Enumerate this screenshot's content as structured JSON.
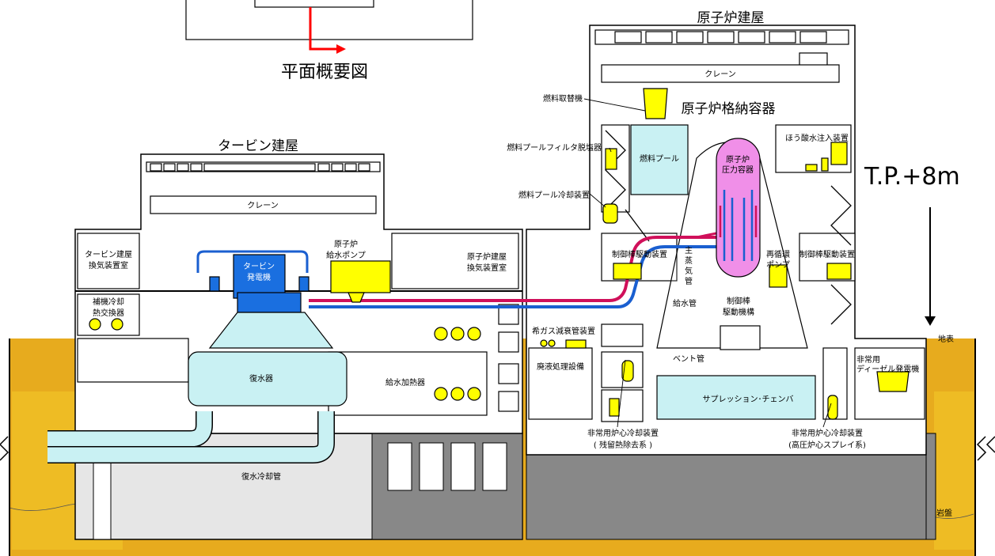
{
  "title_plan": "平面概要図",
  "buildings": {
    "reactor": "原子炉建屋",
    "turbine": "タービン建屋"
  },
  "elevation": "T.P.+8m",
  "ground": {
    "surface": "地表",
    "bedrock": "岩盤"
  },
  "labels": {
    "crane_reactor": "クレーン",
    "crane_turbine": "クレーン",
    "fuel_exchanger": "燃料取替機",
    "pcv": "原子炉格納容器",
    "fuel_pool_filter": "燃料プールフィルタ脱塩器",
    "fuel_pool_cooling": "燃料プール冷却装置",
    "fuel_pool": "燃料プール",
    "rpv_1": "原子炉",
    "rpv_2": "圧力容器",
    "boric": "ほう酸水注入装置",
    "crd_left": "制御棒駆動装置",
    "crd_right": "制御棒駆動装置",
    "main_steam_1": "主",
    "main_steam_2": "蒸",
    "main_steam_3": "気",
    "main_steam_4": "管",
    "recirc_1": "再循環",
    "recirc_2": "ポンプ",
    "feedwater_pipe": "給水管",
    "crd_mech_1": "制御棒",
    "crd_mech_2": "駆動機構",
    "vent_pipe": "ベント管",
    "suppression": "サプレッション･チェンバ",
    "rare_gas": "希ガス減衰管装置",
    "waste": "廃液処理設備",
    "eccs_left_1": "非常用炉心冷却装置",
    "eccs_left_2": "( 残留熱除去系 )",
    "eccs_right_1": "非常用炉心冷却装置",
    "eccs_right_2": "(高圧炉心スプレイ系)",
    "edg_1": "非常用",
    "edg_2": "ディーゼル発電機",
    "turbine_vent_1": "タービン建屋",
    "turbine_vent_2": "換気装置室",
    "aux_cool_1": "補機冷却",
    "aux_cool_2": "熱交換器",
    "generator_1": "タービン",
    "generator_2": "発電機",
    "feed_pump_1": "原子炉",
    "feed_pump_2": "給水ポンプ",
    "reactor_vent_1": "原子炉建屋",
    "reactor_vent_2": "換気装置室",
    "condenser": "復水器",
    "feed_heater": "給水加熱器",
    "condenser_cooling": "復水冷却管"
  },
  "colors": {
    "ground": "#e7ab1e",
    "ground_light": "#f0c026",
    "cyan": "#c9f1f3",
    "yellow": "#ffff00",
    "blue": "#1a6fe0",
    "pink": "#f08fe8",
    "steam_pipe": "#d0105a",
    "feed_pipe": "#1a5fd0",
    "arrow_red": "#ff0000"
  }
}
